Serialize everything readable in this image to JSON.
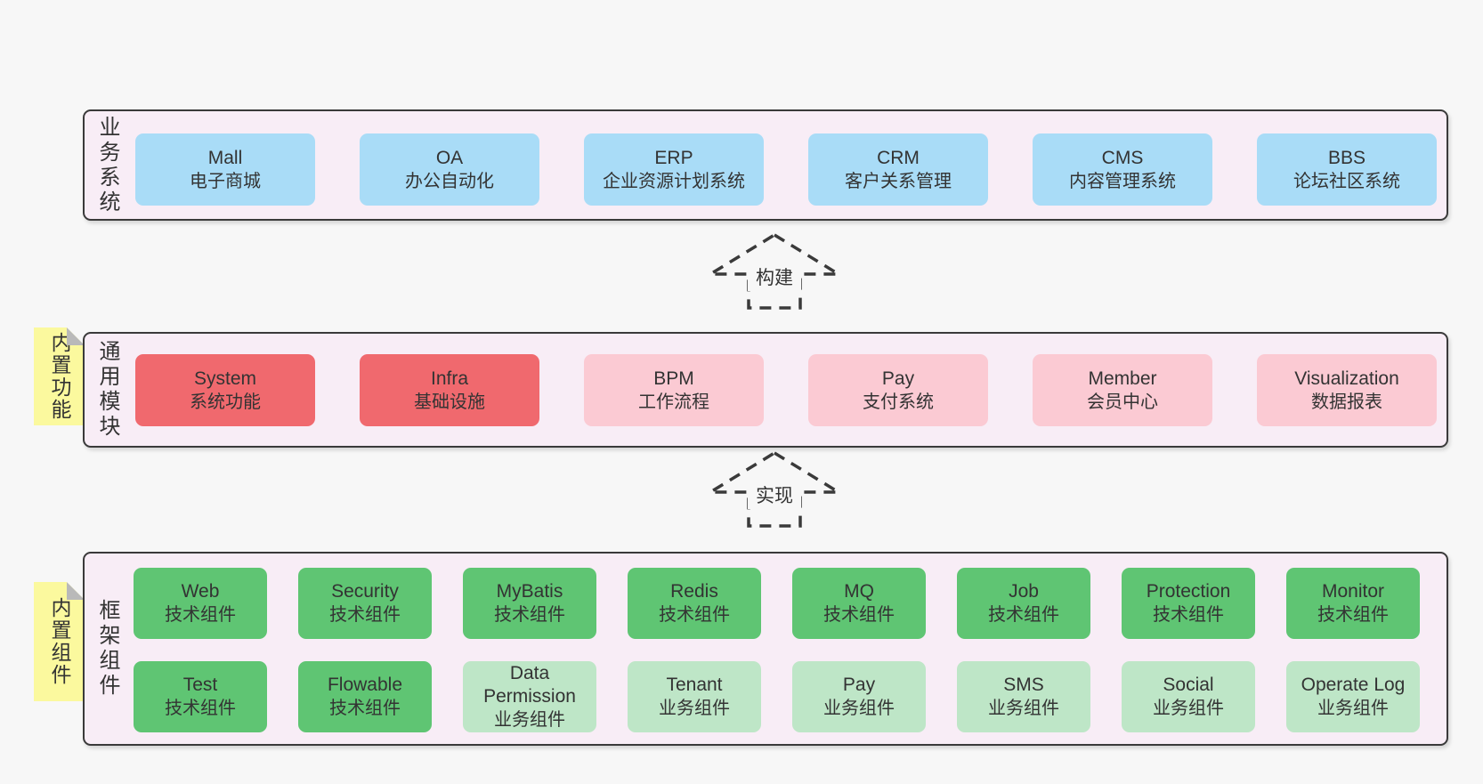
{
  "colors": {
    "page_bg": "#f7f7f7",
    "panel_bg": "#f8edf6",
    "panel_border": "#3a3a3a",
    "blue_box": "#a9dcf7",
    "red_box": "#f0696e",
    "pink_box": "#fbcad3",
    "green_box": "#5fc573",
    "light_green_box": "#bee6c7",
    "sticky_tab": "#fbf99e",
    "tab_fold": "#b9b9b9",
    "text": "#333333"
  },
  "business_layer": {
    "label": "业务系统",
    "boxes": [
      {
        "name": "Mall",
        "subtitle": "电子商城"
      },
      {
        "name": "OA",
        "subtitle": "办公自动化"
      },
      {
        "name": "ERP",
        "subtitle": "企业资源计划系统"
      },
      {
        "name": "CRM",
        "subtitle": "客户关系管理"
      },
      {
        "name": "CMS",
        "subtitle": "内容管理系统"
      },
      {
        "name": "BBS",
        "subtitle": "论坛社区系统"
      }
    ]
  },
  "arrow_build": {
    "label": "构建"
  },
  "module_layer": {
    "label": "通用模块",
    "tab": "内置功能",
    "boxes": [
      {
        "name": "System",
        "subtitle": "系统功能"
      },
      {
        "name": "Infra",
        "subtitle": "基础设施"
      },
      {
        "name": "BPM",
        "subtitle": "工作流程"
      },
      {
        "name": "Pay",
        "subtitle": "支付系统"
      },
      {
        "name": "Member",
        "subtitle": "会员中心"
      },
      {
        "name": "Visualization",
        "subtitle": "数据报表"
      }
    ]
  },
  "arrow_implement": {
    "label": "实现"
  },
  "component_layer": {
    "label": "框架组件",
    "tab": "内置组件",
    "row1": [
      {
        "name": "Web",
        "subtitle": "技术组件"
      },
      {
        "name": "Security",
        "subtitle": "技术组件"
      },
      {
        "name": "MyBatis",
        "subtitle": "技术组件"
      },
      {
        "name": "Redis",
        "subtitle": "技术组件"
      },
      {
        "name": "MQ",
        "subtitle": "技术组件"
      },
      {
        "name": "Job",
        "subtitle": "技术组件"
      },
      {
        "name": "Protection",
        "subtitle": "技术组件"
      },
      {
        "name": "Monitor",
        "subtitle": "技术组件"
      }
    ],
    "row2": [
      {
        "name": "Test",
        "subtitle": "技术组件"
      },
      {
        "name": "Flowable",
        "subtitle": "技术组件"
      },
      {
        "name": "Data Permission",
        "subtitle": "业务组件"
      },
      {
        "name": "Tenant",
        "subtitle": "业务组件"
      },
      {
        "name": "Pay",
        "subtitle": "业务组件"
      },
      {
        "name": "SMS",
        "subtitle": "业务组件"
      },
      {
        "name": "Social",
        "subtitle": "业务组件"
      },
      {
        "name": "Operate Log",
        "subtitle": "业务组件"
      }
    ]
  }
}
